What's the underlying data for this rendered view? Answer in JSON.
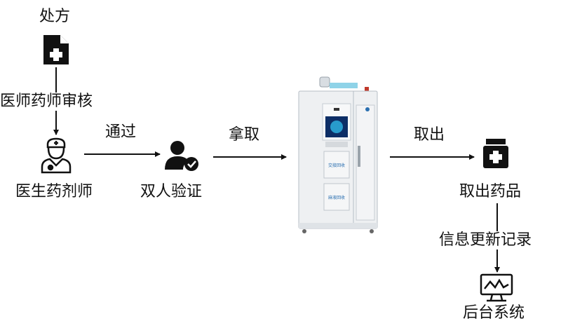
{
  "nodes": {
    "prescription": "处方",
    "doctor": "医生药剂师",
    "dual_auth": "双人验证",
    "take_out_drugs": "取出药品",
    "backend": "后台系统"
  },
  "edges": {
    "doctor_review": "医师药师审核",
    "pass": "通过",
    "take": "拿取",
    "take_out": "取出",
    "update_record": "信息更新记录"
  },
  "cabinet": {
    "panel_top": "交接回收",
    "panel_bottom": "麻液回收"
  },
  "colors": {
    "icon": "#111111",
    "line": "#111111"
  }
}
